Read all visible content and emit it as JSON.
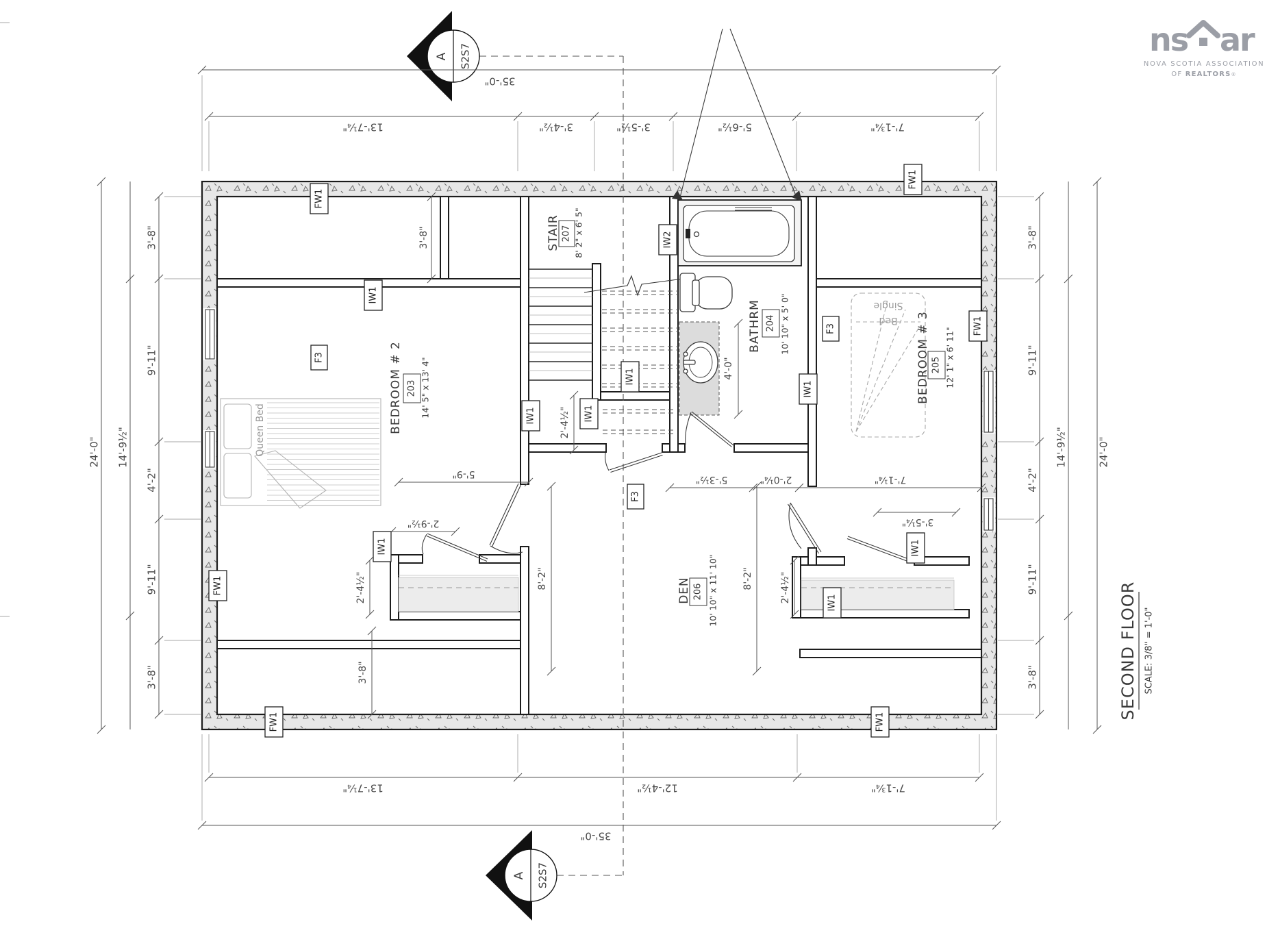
{
  "logo": {
    "prefix": "ns",
    "suffix": "ar",
    "line1": "NOVA SCOTIA ASSOCIATION",
    "line2_pre": "OF ",
    "line2_bold": "REALTORS",
    "reg": "®"
  },
  "title_block": {
    "title": "SECOND FLOOR",
    "scale": "SCALE: 3/8\" = 1'-0\""
  },
  "section_marker": {
    "letter": "A",
    "sheet": "S2S7"
  },
  "rooms": [
    {
      "name": "BEDROOM # 2",
      "number": "203",
      "size": "14' 5\" x 13' 4\""
    },
    {
      "name": "BATHRM",
      "number": "204",
      "size": "10' 10\" x 5' 0\""
    },
    {
      "name": "BEDROOM # 3",
      "number": "205",
      "size": "12' 1\" x 6' 11\""
    },
    {
      "name": "DEN",
      "number": "206",
      "size": "10' 10\" x 11' 10\""
    },
    {
      "name": "STAIR",
      "number": "207",
      "size": "8' 2\" x 6' 5\""
    }
  ],
  "furniture": {
    "queen_bed": "Queen Bed",
    "single_bed_line1": "Single",
    "single_bed_line2": "Bed"
  },
  "tags": {
    "fw1": "FW1",
    "iw1": "IW1",
    "iw2": "IW2",
    "f3": "F3"
  },
  "dims": {
    "top": {
      "overall": "35'-0\"",
      "segments": [
        "13'-7¼\"",
        "3'-4½\"",
        "3'-5½\"",
        "5'-6½\"",
        "7'-1¾\""
      ]
    },
    "bottom": {
      "overall": "35'-0\"",
      "segments": [
        "13'-7¼\"",
        "12'-4½\"",
        "7'-1¾\""
      ]
    },
    "left": {
      "overall": "24'-0\"",
      "sub": "14'-9½\"",
      "segments": [
        "3'-8\"",
        "9'-11\"",
        "4'-2\"",
        "9'-11\"",
        "3'-8\""
      ]
    },
    "right": {
      "overall": "24'-0\"",
      "sub": "14'-9½\"",
      "segments": [
        "3'-8\"",
        "9'-11\"",
        "4'-2\"",
        "9'-11\"",
        "3'-8\""
      ]
    },
    "interior": {
      "attic_top": "3'-8\"",
      "stair_closet": "2'-4½\"",
      "bed2_wall": "5'-9\"",
      "closet_opening": "2'-9½\"",
      "closet_left_depth": "2'-4½\"",
      "closet_right_depth": "2'-4½\"",
      "hall": "5'-3½\"",
      "hall2": "2'-0¼\"",
      "bed3_width": "7'-1¼\"",
      "vanity": "4'-0\"",
      "den_left": "8'-2\"",
      "den_right": "8'-2\"",
      "closet_right_width": "3'-5¼\"",
      "attic_bottom": "3'-8\""
    }
  }
}
